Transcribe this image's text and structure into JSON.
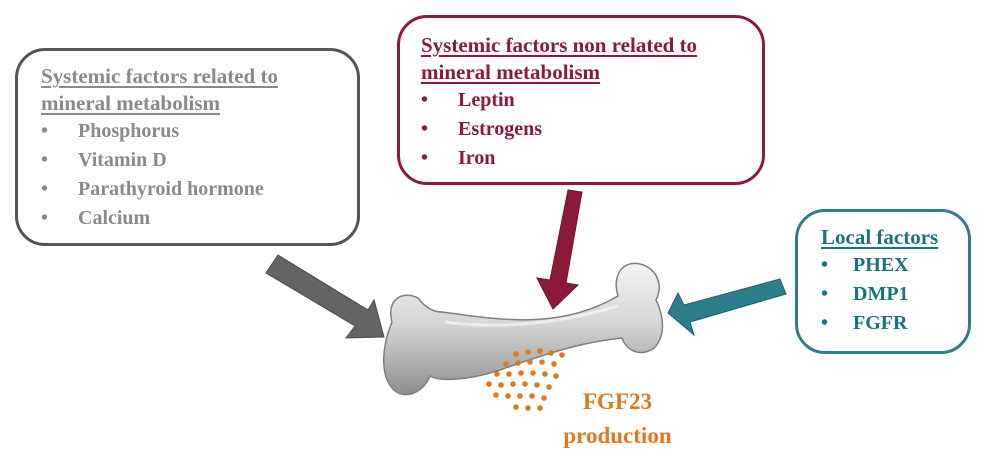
{
  "boxes": {
    "mineral": {
      "title_line1": "Systemic factors related to",
      "title_line2": "mineral metabolism",
      "items": [
        "Phosphorus",
        "Vitamin D",
        "Parathyroid hormone",
        "Calcium"
      ],
      "color": "#8a8a8a",
      "border_color": "#555555"
    },
    "non_mineral": {
      "title_line1": "Systemic factors non related to",
      "title_line2": "mineral metabolism",
      "items": [
        "Leptin",
        "Estrogens",
        "Iron"
      ],
      "color": "#8c1a3a"
    },
    "local": {
      "title": "Local factors",
      "items": [
        "PHEX",
        "DMP1",
        "FGFR"
      ],
      "color": "#17737c",
      "border_color": "#2e7d8c"
    }
  },
  "bullet": "•",
  "output": {
    "line1": "FGF23",
    "line2": "production",
    "color": "#e0781e"
  },
  "arrows": {
    "mineral_color": "#666666",
    "non_mineral_color": "#8c1a3a",
    "local_color": "#2e7d8c"
  },
  "bone_icon": "bone-icon"
}
